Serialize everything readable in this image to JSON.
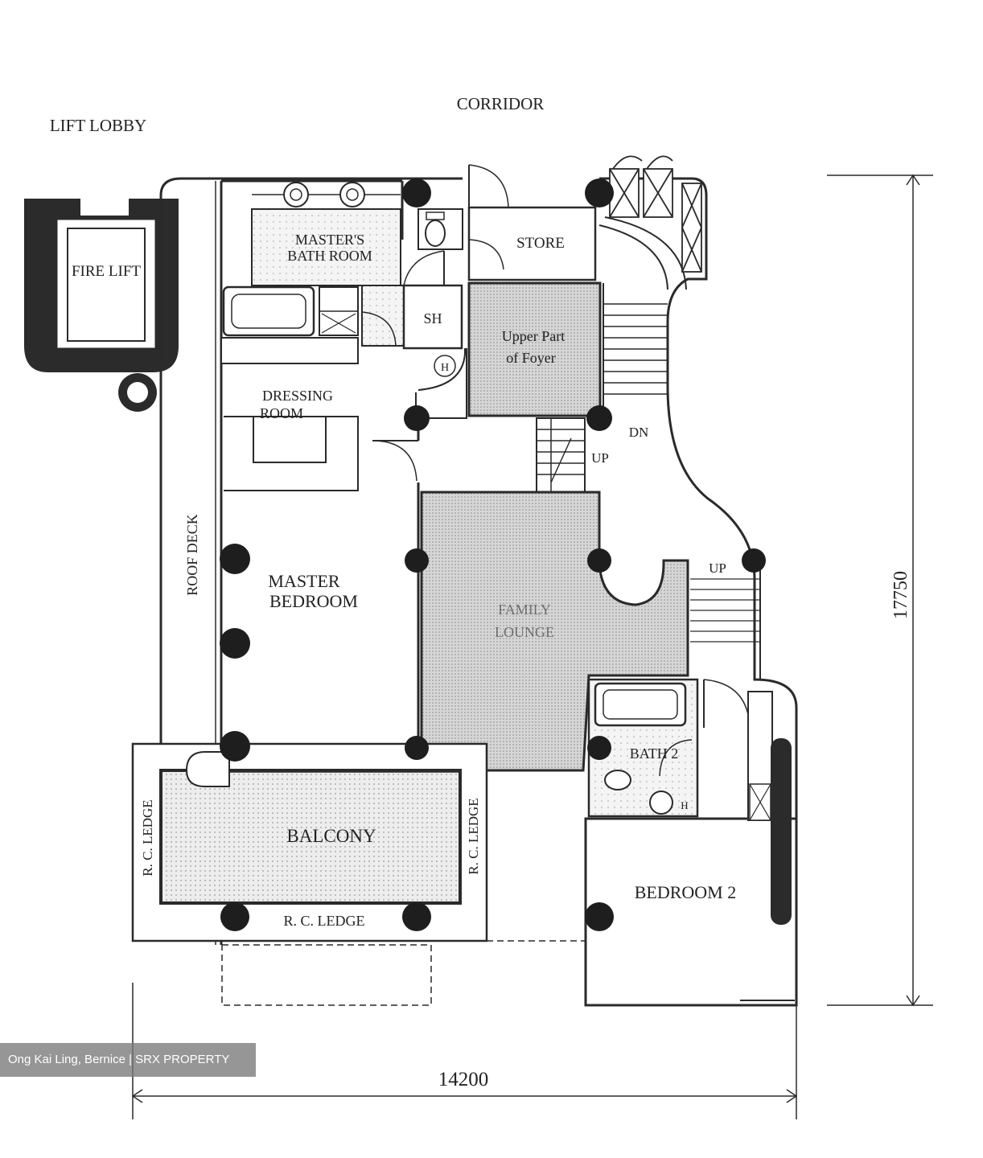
{
  "labels": {
    "corridor": "CORRIDOR",
    "lift_lobby": "LIFT LOBBY",
    "fire_lift": "FIRE LIFT",
    "masters_bath_line1": "MASTER'S",
    "masters_bath_line2": "BATH ROOM",
    "store": "STORE",
    "sh": "SH",
    "h_master": "H",
    "upper_foyer_line1": "Upper Part",
    "upper_foyer_line2": "of Foyer",
    "dressing_line1": "DRESSING",
    "dressing_line2": "ROOM",
    "dn": "DN",
    "up_stair": "UP",
    "roof_deck": "ROOF DECK",
    "master_bed_line1": "MASTER",
    "master_bed_line2": "BEDROOM",
    "up_right": "UP",
    "family_line1": "FAMILY",
    "family_line2": "LOUNGE",
    "bath2": "BATH 2",
    "h_bath2": "H",
    "balcony": "BALCONY",
    "rc_ledge_left": "R. C. LEDGE",
    "rc_ledge_right": "R. C. LEDGE",
    "rc_ledge_bottom": "R. C. LEDGE",
    "bedroom2": "BEDROOM 2"
  },
  "dimensions": {
    "height": "17750",
    "width": "14200"
  },
  "watermark": "Ong Kai Ling, Bernice | SRX PROPERTY",
  "colors": {
    "line": "#2a2a2a",
    "column": "#1e1e1e",
    "hatch_fill": "#dcdcdc",
    "watermark_bg": "#7a7a7a"
  }
}
